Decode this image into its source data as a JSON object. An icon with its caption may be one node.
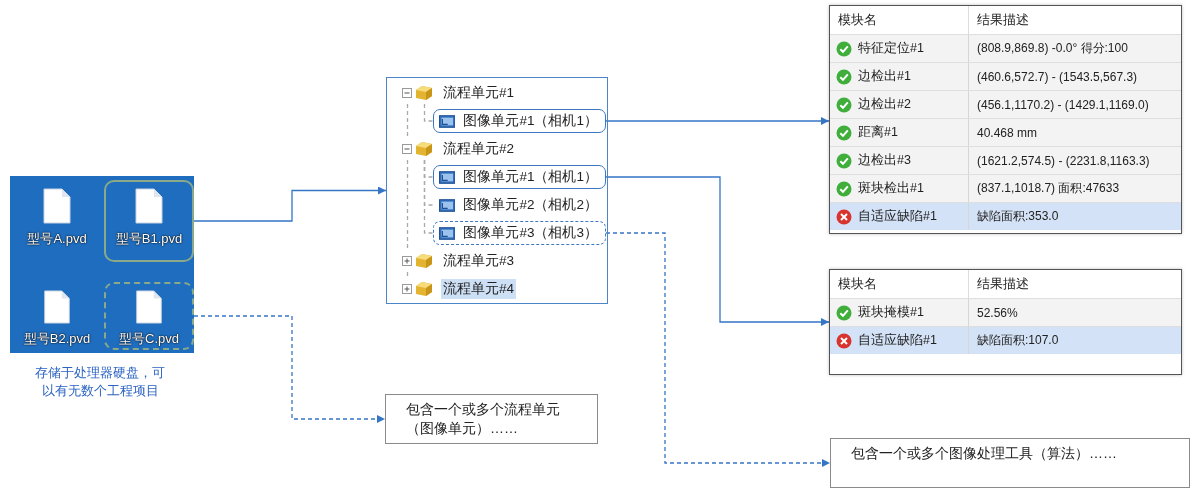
{
  "diagram": {
    "nodes": [
      {
        "text": [],
        "shape": "box",
        "beside": [
          "存储于处理器硬盘，可以有无数个工程项目"
        ]
      },
      {
        "text": [
          "型号A.pvd"
        ],
        "in": 0
      },
      {
        "text": [
          "型号B1.pvd"
        ],
        "in": 0
      },
      {
        "text": [
          "型号B2.pvd"
        ],
        "in": 0
      },
      {
        "text": [
          "型号C.pvd"
        ],
        "in": 0
      },
      {
        "text": [],
        "shape": "box"
      },
      {
        "text": [
          "流程单元#1"
        ],
        "in": 5
      },
      {
        "text": [
          "图像单元#1（相机1）"
        ],
        "in": 5
      },
      {
        "text": [
          "流程单元#2"
        ],
        "in": 5
      },
      {
        "text": [
          "图像单元#1（相机1）"
        ],
        "in": 5
      },
      {
        "text": [
          "图像单元#2（相机2）"
        ],
        "in": 5
      },
      {
        "text": [
          "图像单元#3（相机3）"
        ],
        "in": 5
      },
      {
        "text": [
          "流程单元#3"
        ],
        "in": 5
      },
      {
        "text": [
          "流程单元#4"
        ],
        "in": 5
      },
      {
        "text": [
          "模块名",
          "结果描述"
        ]
      },
      {
        "text": [
          "特征定位#1",
          "(808.9,869.8) -0.0° 得分:100"
        ],
        "in": 14
      },
      {
        "text": [
          "边检出#1",
          "(460.6,572.7) - (1543.5,567.3)"
        ],
        "in": 14
      },
      {
        "text": [
          "边检出#2",
          "(456.1,1170.2) - (1429.1,1169.0)"
        ],
        "in": 14
      },
      {
        "text": [
          "距离#1",
          "40.468 mm"
        ],
        "in": 14
      },
      {
        "text": [
          "边检出#3",
          "(1621.2,574.5) - (2231.8,1163.3)"
        ],
        "in": 14
      },
      {
        "text": [
          "斑块检出#1",
          "(837.1,1018.7) 面积:47633"
        ],
        "in": 14
      },
      {
        "text": [
          "自适应缺陷#1",
          "缺陷面积:353.0"
        ],
        "in": 14
      },
      {
        "text": [
          "模块名",
          "结果描述"
        ]
      },
      {
        "text": [
          "斑块掩模#1",
          "52.56%"
        ],
        "in": 22
      },
      {
        "text": [
          "自适应缺陷#1",
          "缺陷面积:107.0"
        ],
        "in": 22
      },
      {
        "text": [
          "包含一个或多个流程单元（图像单元）……"
        ]
      },
      {
        "text": [
          "包含一个或多个图像处理工具（算法）……"
        ]
      }
    ],
    "edges": [
      {
        "from": 2,
        "to": 5,
        "arrow": "to",
        "color": "#3575c6"
      },
      {
        "from": 4,
        "to": 25,
        "arrow": "to",
        "style": "dashed",
        "color": "#3575c6"
      },
      {
        "from": 7,
        "to": 14,
        "arrow": "to",
        "color": "#3575c6"
      },
      {
        "from": 9,
        "to": 22,
        "arrow": "to",
        "color": "#3575c6"
      },
      {
        "from": 11,
        "to": 26,
        "arrow": "to",
        "style": "dashed",
        "color": "#3575c6"
      },
      {
        "from": 6,
        "to": 8,
        "arrow": "none",
        "style": "dashed",
        "color": "#a9a9a9"
      },
      {
        "from": 8,
        "to": 12,
        "arrow": "none",
        "style": "dashed",
        "color": "#a9a9a9"
      },
      {
        "from": 12,
        "to": 13,
        "arrow": "none",
        "style": "dashed",
        "color": "#a9a9a9"
      },
      {
        "from": 6,
        "to": 7,
        "arrow": "none",
        "style": "dashed",
        "color": "#a9a9a9"
      },
      {
        "from": 8,
        "to": 9,
        "arrow": "none",
        "style": "dashed",
        "color": "#a9a9a9"
      },
      {
        "from": 8,
        "to": 10,
        "arrow": "none",
        "style": "dashed",
        "color": "#a9a9a9"
      },
      {
        "from": 8,
        "to": 11,
        "arrow": "none",
        "style": "dashed",
        "color": "#a9a9a9"
      }
    ]
  }
}
